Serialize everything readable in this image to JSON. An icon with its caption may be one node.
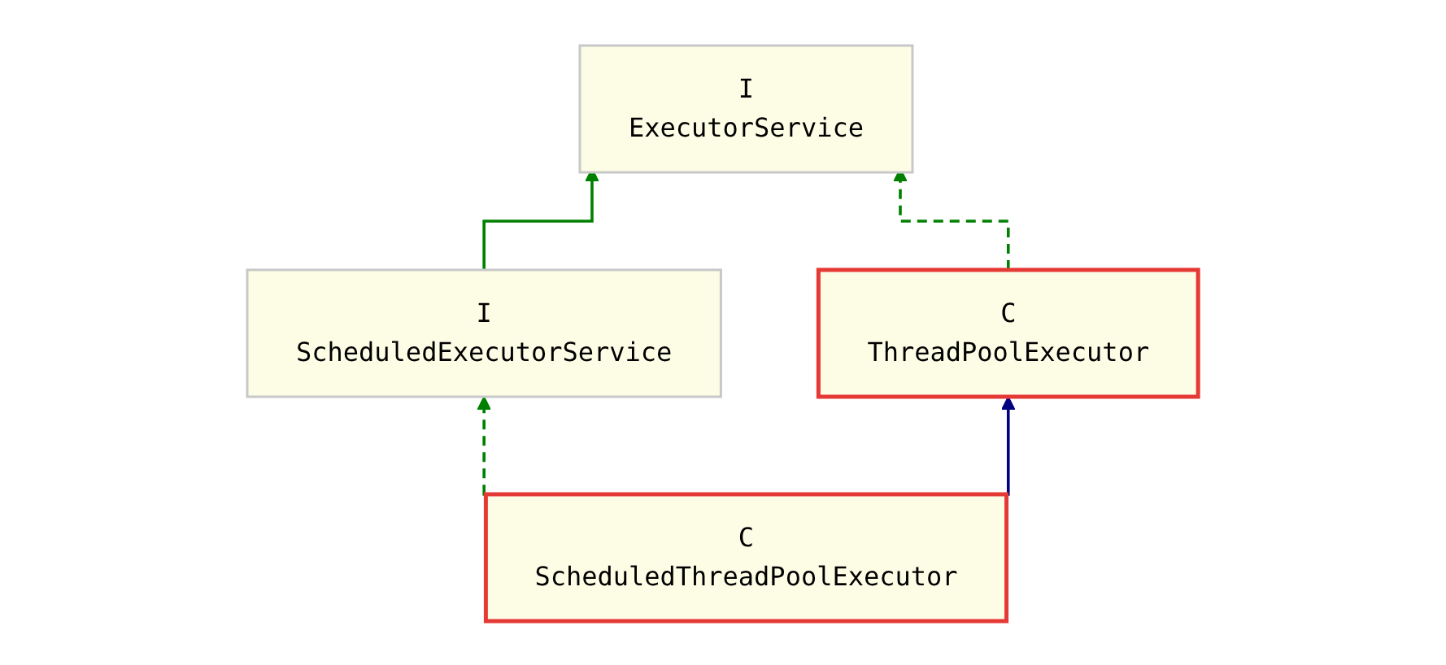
{
  "diagram": {
    "nodes": [
      {
        "text": [
          "I",
          "ExecutorService"
        ]
      },
      {
        "text": [
          "I",
          "ScheduledExecutorService"
        ]
      },
      {
        "text": [
          "C",
          "ThreadPoolExecutor"
        ]
      },
      {
        "text": [
          "C",
          "ScheduledThreadPoolExecutor"
        ]
      }
    ],
    "edges": [
      {
        "from": 1,
        "to": 0,
        "arrow": "to"
      },
      {
        "from": 2,
        "to": 0,
        "arrow": "to",
        "style": "dashed"
      },
      {
        "from": 3,
        "to": 1,
        "arrow": "to",
        "style": "dashed"
      },
      {
        "from": 3,
        "to": 2,
        "arrow": "to",
        "color": "#000080"
      }
    ]
  }
}
